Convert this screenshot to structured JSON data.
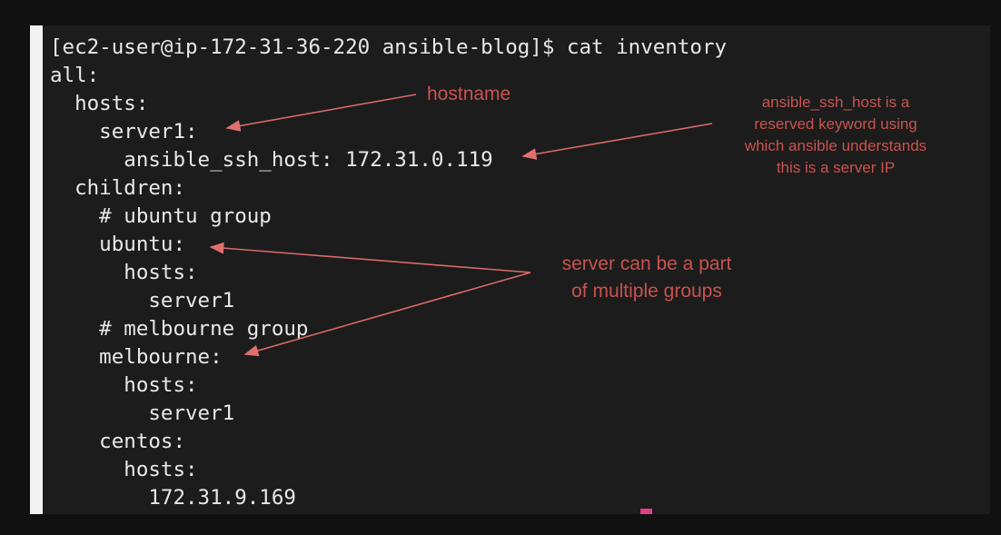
{
  "terminal": {
    "lines": [
      "[ec2-user@ip-172-31-36-220 ansible-blog]$ cat inventory",
      "all:",
      "  hosts:",
      "    server1:",
      "      ansible_ssh_host: 172.31.0.119",
      "  children:",
      "    # ubuntu group",
      "    ubuntu:",
      "      hosts:",
      "        server1",
      "    # melbourne group",
      "    melbourne:",
      "      hosts:",
      "        server1",
      "    centos:",
      "      hosts:",
      "        172.31.9.169"
    ],
    "cursor_color": "#e0408a"
  },
  "annotations": {
    "hostname": "hostname",
    "ssh_host": [
      "ansible_ssh_host is a",
      "reserved keyword using",
      "which ansible understands",
      "this is a server IP"
    ],
    "groups": [
      "server can be a part",
      "of multiple groups"
    ],
    "color": "#c9524f"
  }
}
